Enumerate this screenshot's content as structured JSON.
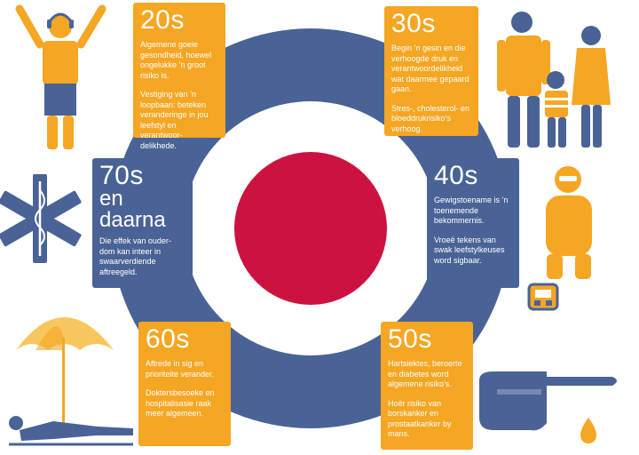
{
  "colors": {
    "ring_blue": "#4a6396",
    "center_red": "#cc1240",
    "card_orange": "#f5a623",
    "card_blue": "#4a6396",
    "figure_orange": "#f5a623",
    "figure_blue": "#4a6396",
    "light_orange": "#f8c65e"
  },
  "sections": {
    "s20": {
      "heading": "20s",
      "p1": "Algemene goeie gesondheid, hoewel ongelukke ’n groot risiko is.",
      "p2": "Vestiging van ’n loopbaan: beteken veranderinge in jou leefstyl en verantwoor-delikhede."
    },
    "s30": {
      "heading": "30s",
      "p1": "Begin ’n gesin en die verhoogde druk en verantwoordelikheid wat daarmee gepaard gaan.",
      "p2": "Stres-, cholesterol- en bloeddrukrisiko’s verhoog."
    },
    "s40": {
      "heading": "40s",
      "p1": "Gewigstoename is ’n toenemende bekommernis.",
      "p2": "Vroeë tekens van swak leefstylkeuses word sigbaar."
    },
    "s50": {
      "heading": "50s",
      "p1": "Hartsiektes, beroerte en diabetes word algemene risiko’s.",
      "p2": "Hoër risiko van borskanker en prostaatkanker by mans."
    },
    "s60": {
      "heading": "60s",
      "p1": "Aftrede in sig en prioriteite verander.",
      "p2": "Doktersbesoeke en hospitalisasie raak meer algemeen."
    },
    "s70": {
      "heading": "70s",
      "subheading": "en daarna",
      "p1": "Die effek van ouder-dom kan inteer in swaarverdiende aftreegeld."
    }
  },
  "icons": {
    "young_man": "raised-arms-person-icon",
    "family": "family-icon",
    "overweight": "overweight-person-icon",
    "scale": "bathroom-scale-icon",
    "pointing_hand": "pointing-hand-icon",
    "drop": "blood-drop-icon",
    "umbrella": "beach-umbrella-icon",
    "lying": "reclining-person-icon",
    "medical": "star-of-life-icon"
  }
}
